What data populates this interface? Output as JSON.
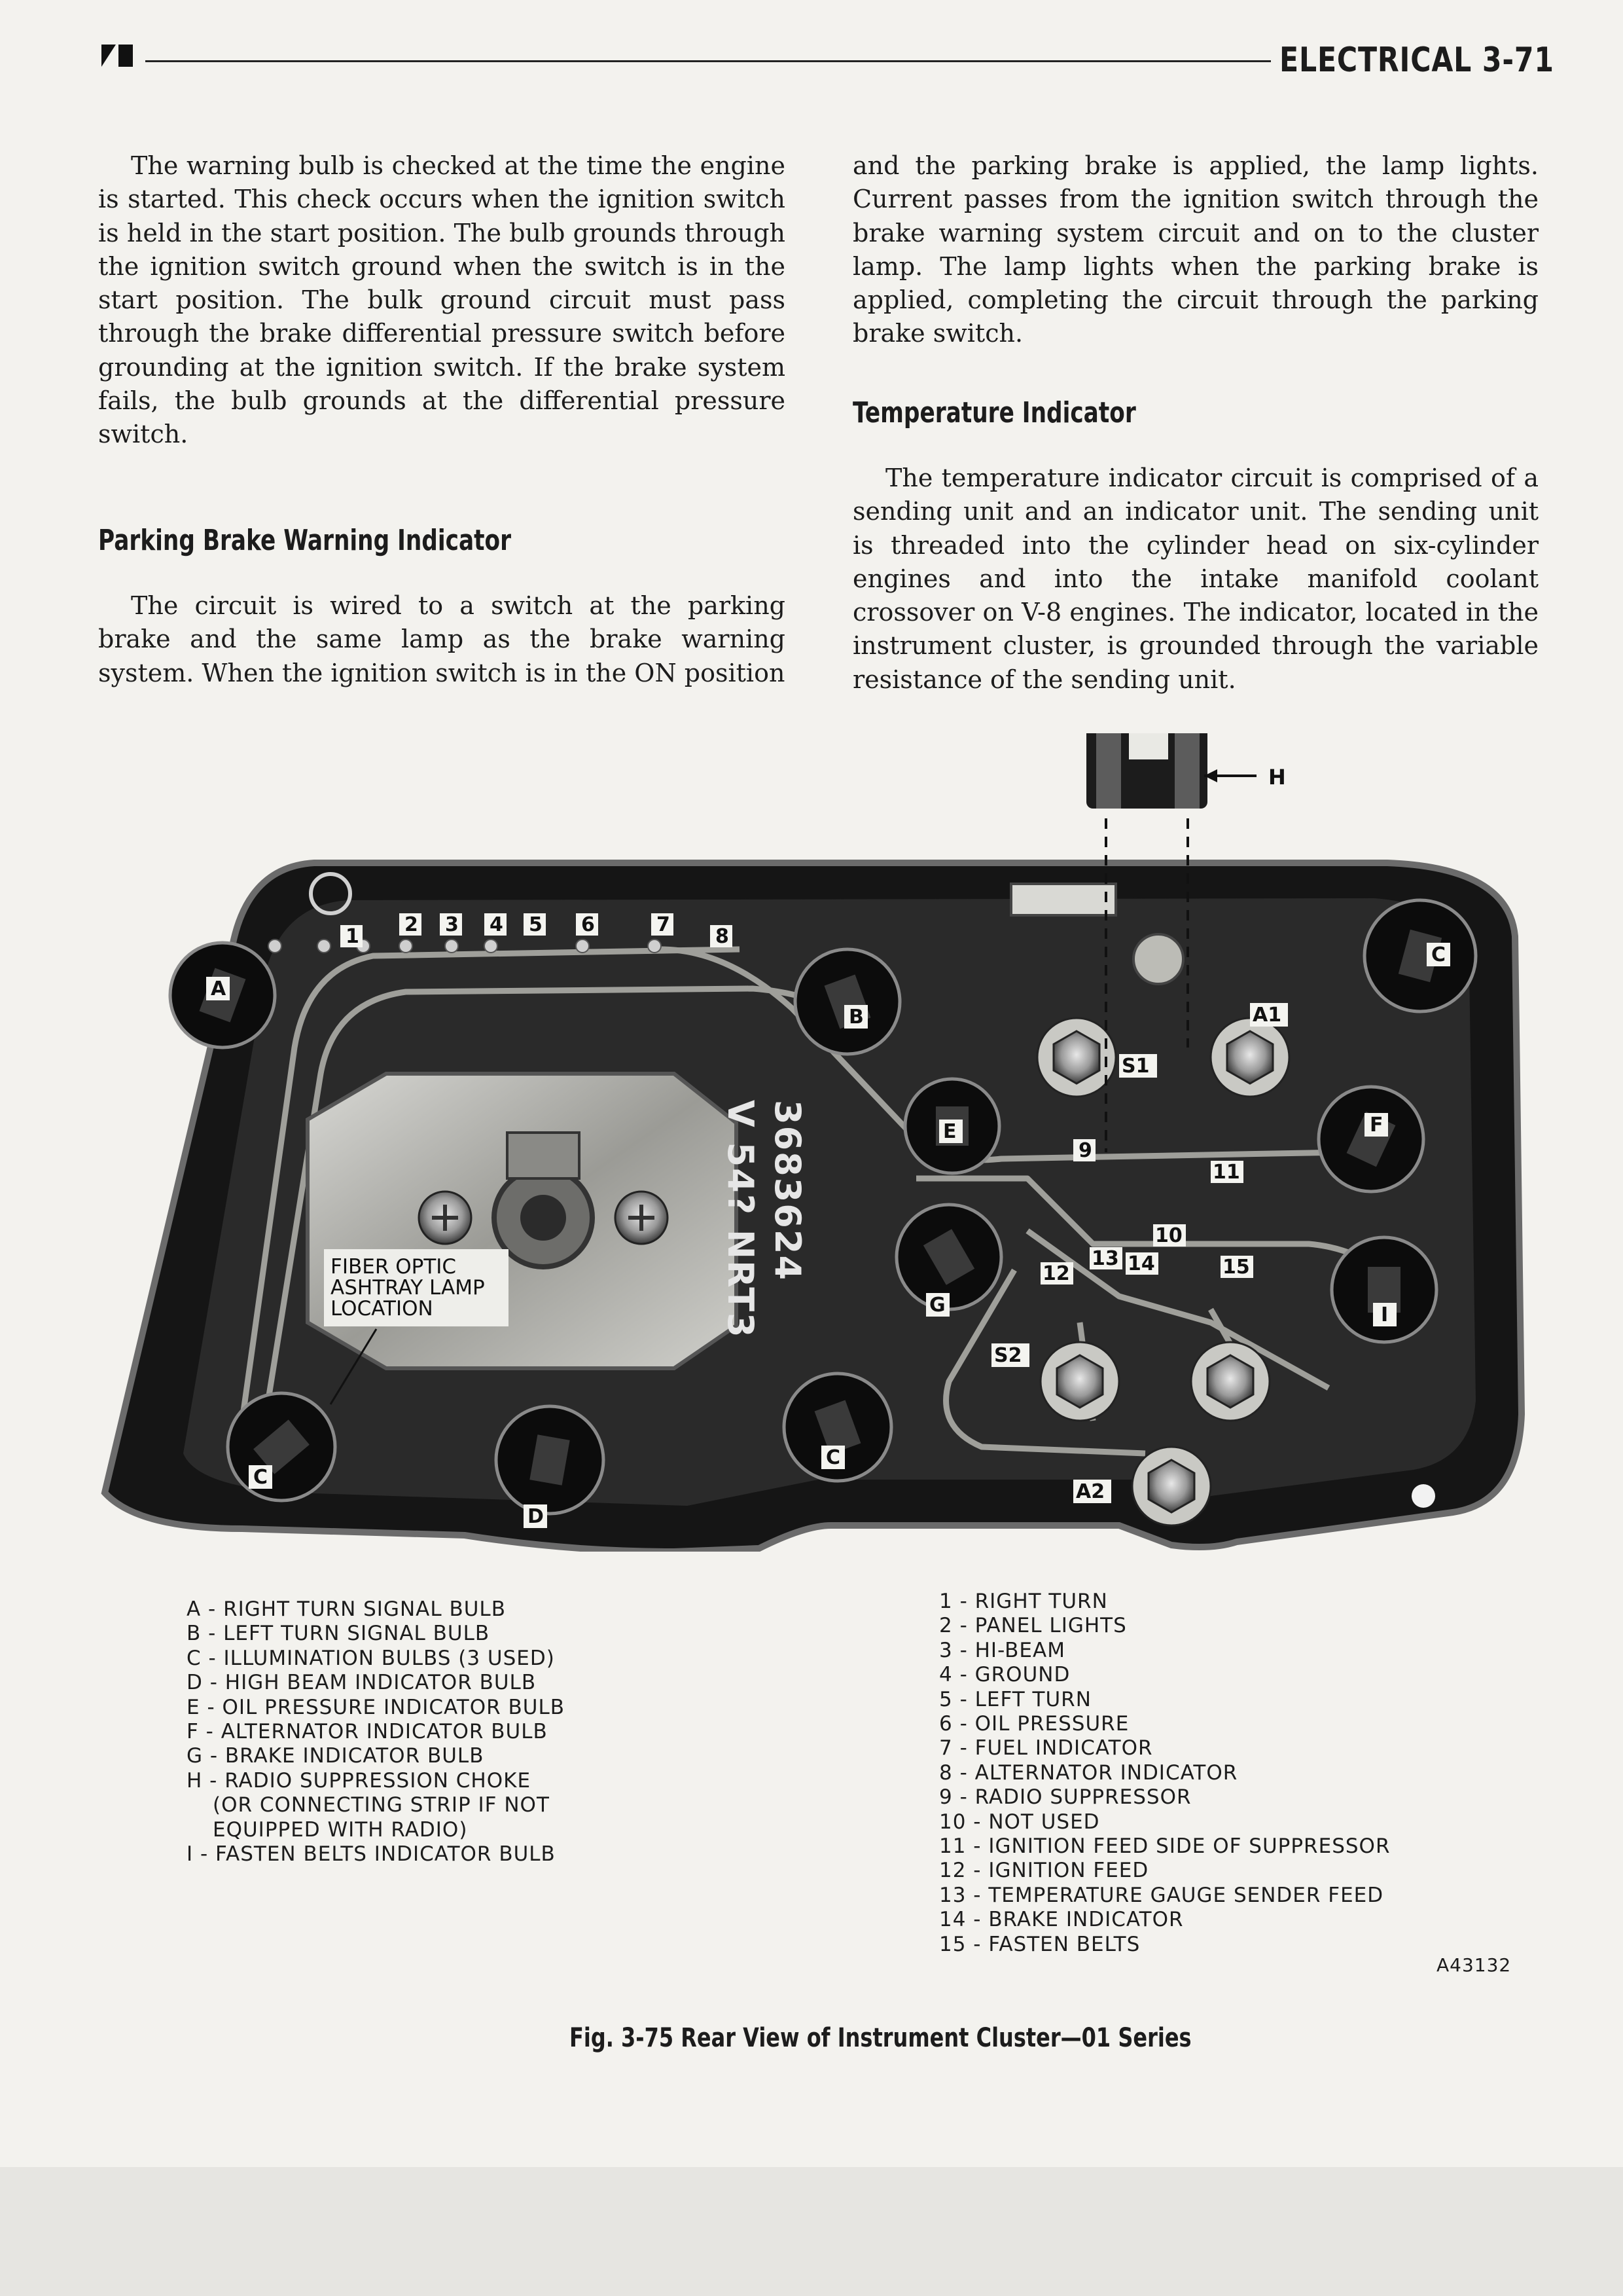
{
  "header": {
    "title": "ELECTRICAL 3-71"
  },
  "left_column": {
    "paragraph_1": "The warning bulb is checked at the time the engine is started. This check occurs when the ignition switch is held in the start position. The bulb grounds through the ignition switch ground when the switch is in the start position. The bulk ground circuit must pass through the brake differential pressure switch before grounding at the ignition switch. If the brake system fails, the bulb grounds at the differential pressure switch.",
    "heading": "Parking Brake Warning Indicator",
    "paragraph_2": "The circuit is wired to a switch at the parking brake and the same lamp as the brake warning system. When the ignition switch is in the ON position"
  },
  "right_column": {
    "paragraph_1": "and the parking brake is applied, the lamp lights. Current passes from the ignition switch through the brake warning system circuit and on to the cluster lamp. The lamp lights when the parking brake is applied, completing the circuit through the parking brake switch.",
    "heading": "Temperature Indicator",
    "paragraph_2": "The temperature indicator circuit is comprised of a sending unit and an indicator unit. The sending unit is threaded into the cylinder head on six-cylinder engines and into the intake manifold coolant crossover on V-8 engines. The indicator, located in the instrument cluster, is grounded through the variable resistance of the sending unit."
  },
  "figure": {
    "part_number": "3683624",
    "stamp": "V 54? NRT3",
    "fiber_optic_label": [
      "FIBER OPTIC",
      "ASHTRAY LAMP",
      "LOCATION"
    ],
    "callouts": {
      "A": "A",
      "B": "B",
      "C": "C",
      "D": "D",
      "E": "E",
      "F": "F",
      "G": "G",
      "H": "H",
      "I": "I",
      "A1": "A1",
      "A2": "A2",
      "S1": "S1",
      "S2": "S2",
      "n1": "1",
      "n2": "2",
      "n3": "3",
      "n4": "4",
      "n5": "5",
      "n6": "6",
      "n7": "7",
      "n8": "8",
      "n9": "9",
      "n10": "10",
      "n11": "11",
      "n12": "12",
      "n13": "13",
      "n14": "14",
      "n15": "15"
    }
  },
  "legend_letters": {
    "a": "A - RIGHT TURN SIGNAL BULB",
    "b": "B - LEFT TURN SIGNAL BULB",
    "c": "C - ILLUMINATION BULBS (3 USED)",
    "d": "D - HIGH BEAM INDICATOR BULB",
    "e": "E - OIL PRESSURE INDICATOR BULB",
    "f": "F - ALTERNATOR INDICATOR BULB",
    "g": "G - BRAKE INDICATOR BULB",
    "h": "H - RADIO SUPPRESSION CHOKE",
    "h_sub1": "(OR CONNECTING STRIP IF NOT",
    "h_sub2": "EQUIPPED WITH RADIO)",
    "i": "I - FASTEN BELTS INDICATOR BULB"
  },
  "legend_numbers": [
    "1 - RIGHT TURN",
    "2 - PANEL LIGHTS",
    "3 - HI-BEAM",
    "4 - GROUND",
    "5 - LEFT TURN",
    "6 - OIL PRESSURE",
    "7 - FUEL INDICATOR",
    "8 - ALTERNATOR INDICATOR",
    "9 - RADIO SUPPRESSOR",
    "10 - NOT USED",
    "11 - IGNITION FEED SIDE OF SUPPRESSOR",
    "12 - IGNITION FEED",
    "13 - TEMPERATURE GAUGE SENDER FEED",
    "14 - BRAKE INDICATOR",
    "15 - FASTEN BELTS"
  ],
  "figure_id": "A43132",
  "caption": "Fig. 3-75 Rear View of Instrument Cluster—01 Series"
}
